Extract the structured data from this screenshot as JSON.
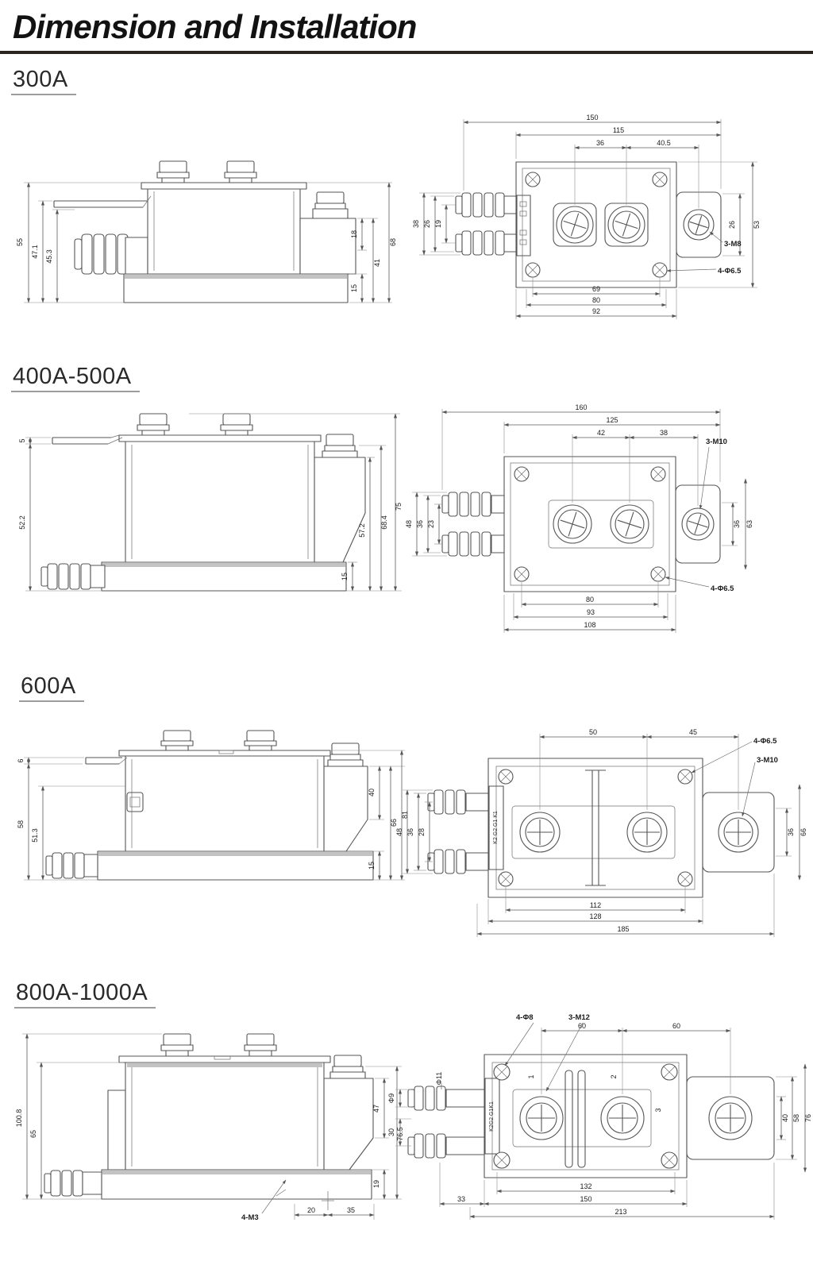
{
  "page": {
    "title": "Dimension and Installation",
    "rule_color": "#2b241e"
  },
  "sections": [
    {
      "heading": "300A",
      "side": {
        "left_dims": [
          "55",
          "47.1",
          "45.3"
        ],
        "right_dims": [
          "18",
          "41",
          "15",
          "68"
        ]
      },
      "top": {
        "top_dims": [
          "150",
          "115",
          "36",
          "40.5"
        ],
        "left_dims": [
          "38",
          "26",
          "19"
        ],
        "right_dims": [
          "26",
          "53"
        ],
        "bottom_dims": [
          "69",
          "80",
          "92"
        ],
        "thread_label": "3-M8",
        "hole_label": "4-Φ6.5"
      }
    },
    {
      "heading": "400A-500A",
      "side": {
        "left_dims": [
          "5",
          "52.2"
        ],
        "right_dims": [
          "15",
          "57.2",
          "68.4",
          "75"
        ]
      },
      "top": {
        "top_dims": [
          "160",
          "125",
          "42",
          "38"
        ],
        "left_dims": [
          "48",
          "36",
          "23"
        ],
        "right_dims": [
          "36",
          "63"
        ],
        "bottom_dims": [
          "80",
          "93",
          "108"
        ],
        "thread_label": "3-M10",
        "hole_label": "4-Φ6.5"
      }
    },
    {
      "heading": "600A",
      "side": {
        "left_dims": [
          "6",
          "58",
          "51.3"
        ],
        "right_dims": [
          "40",
          "15",
          "66",
          "81"
        ]
      },
      "top": {
        "top_dims": [
          "50",
          "45"
        ],
        "left_dims": [
          "48",
          "36",
          "28"
        ],
        "right_dims": [
          "36",
          "66"
        ],
        "bottom_dims": [
          "112",
          "128",
          "185"
        ],
        "hole_label": "4-Φ6.5",
        "thread_label": "3-M10",
        "terminal_marking": "K2 G2 G1 K1"
      }
    },
    {
      "heading": "800A-1000A",
      "side": {
        "left_dims": [
          "100.8",
          "65"
        ],
        "right_dims": [
          "47",
          "19",
          "76.5"
        ],
        "bottom_dims": [
          "20",
          "35"
        ],
        "thread_label": "4-M3"
      },
      "top": {
        "top_dims": [
          "60",
          "60"
        ],
        "left_dims": [
          "Φ9",
          "Φ11",
          "30"
        ],
        "right_dims": [
          "40",
          "58",
          "76"
        ],
        "bottom_dims": [
          "132",
          "150",
          "33",
          "213"
        ],
        "hole_label": "4-Φ8",
        "thread_label": "3-M12",
        "terminal_marking": "K2G2 G1K1",
        "terminal_numbers": [
          "1",
          "2",
          "3"
        ]
      }
    }
  ]
}
